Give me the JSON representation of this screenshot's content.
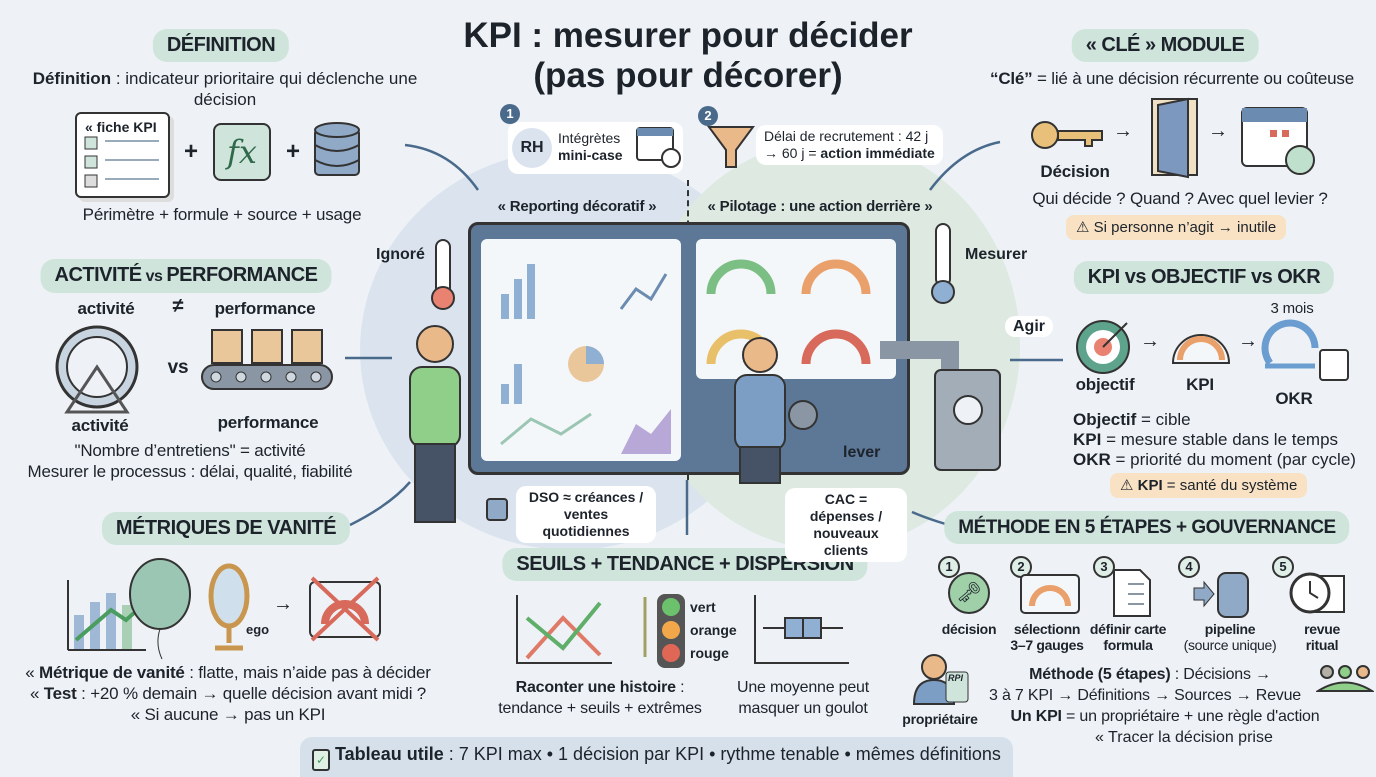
{
  "title": {
    "line1": "KPI : mesurer pour décider",
    "line2": "(pas pour décorer)"
  },
  "colors": {
    "pill": "#cfe5dc",
    "warning": "#f8e2c3",
    "background": "#eef2f6",
    "accent": "#4a6a8c"
  },
  "definition": {
    "heading": "DÉFINITION",
    "text_bold": "Définition",
    "text": " : indicateur prioritaire qui déclenche une décision",
    "card_label": "« fiche KPI",
    "plus": "+",
    "fx": "fx",
    "caption": "Périmètre + formule + source + usage",
    "icons": [
      "checklist-card-icon",
      "formula-icon",
      "database-icon"
    ]
  },
  "activity": {
    "heading_a": "ACTIVITÉ",
    "heading_vs": " vs ",
    "heading_b": "PERFORMANCE",
    "top_left": "activité",
    "neq": "≠",
    "top_right": "performance",
    "vs": "vs",
    "bottom_left": "activité",
    "bottom_right": "performance",
    "line1": "\"Nombre d’entretiens\" = activité",
    "line2": "Mesurer le processus : délai, qualité, fiabilité",
    "icons": [
      "hamster-wheel-icon",
      "conveyor-boxes-icon"
    ]
  },
  "vanity": {
    "heading": "MÉTRIQUES DE VANITÉ",
    "ego": "ego",
    "arrow": "→",
    "lines": [
      {
        "pre": "« ",
        "bold": "Métrique de vanité",
        "rest": " : flatte, mais n’aide pas à décider"
      },
      {
        "pre": "« ",
        "bold": "Test",
        "rest": " : +20 % demain → quelle décision avant midi ?"
      },
      {
        "pre": "« ",
        "bold": "",
        "rest": "Si aucune → pas un KPI"
      }
    ],
    "icons": [
      "bar-chart-icon",
      "balloon-icon",
      "mirror-icon",
      "crossed-gauge-icon"
    ]
  },
  "center": {
    "step1": {
      "num": "1",
      "badge": "RH",
      "line1": "Intégrètes",
      "line2": "mini-case"
    },
    "step2": {
      "num": "2",
      "line1": "Délai de recrutement : 42 j",
      "line2_pre": "→ 60 j = ",
      "line2_bold": "action immédiate"
    },
    "left_label": "« Reporting décoratif »",
    "right_label": "« Pilotage : une action derrière »",
    "ignored": "Ignoré",
    "measure": "Mesurer",
    "act": "Agir",
    "lever": "lever",
    "dso": "DSO ≈ créances / ventes quotidiennes",
    "cac": "CAC = dépenses / nouveaux clients"
  },
  "key": {
    "heading": "« CLÉ » MODULE",
    "def_bold": "“Clé”",
    "def": " = lié à une décision récurrente ou coûteuse",
    "decision": "Décision",
    "questions": "Qui décide ? Quand ? Avec quel levier ?",
    "warning": "Si personne n’agit → inutile",
    "icons": [
      "key-icon",
      "door-icon",
      "calendar-clock-icon",
      "warning-icon"
    ]
  },
  "kpi_okr": {
    "heading": "KPI vs OBJECTIF vs OKR",
    "cycle": "3 mois",
    "labels": [
      "objectif",
      "KPI",
      "OKR"
    ],
    "lines": [
      {
        "bold": "Objectif",
        "rest": " = cible"
      },
      {
        "bold": "KPI",
        "rest": " = mesure stable dans le temps"
      },
      {
        "bold": "OKR",
        "rest": " = priorité du moment (par cycle)"
      }
    ],
    "warning_bold": "KPI",
    "warning_rest": " = santé du système",
    "icons": [
      "target-icon",
      "gauge-icon",
      "cycle-calendar-icon"
    ]
  },
  "thresholds": {
    "heading": "SEUILS + TENDANCE + DISPERSION",
    "lights": [
      "vert",
      "orange",
      "rouge"
    ],
    "caption1_bold": "Raconter une histoire",
    "caption1_rest": " :",
    "caption1_line2": "tendance + seuils + extrêmes",
    "caption2_line1": "Une moyenne peut",
    "caption2_line2": "masquer un goulot",
    "icons": [
      "trend-cross-icon",
      "traffic-light-icon",
      "boxplot-icon"
    ]
  },
  "method": {
    "heading": "MÉTHODE EN 5 ÉTAPES + GOUVERNANCE",
    "steps": [
      {
        "n": "1",
        "l1": "décision",
        "l2": ""
      },
      {
        "n": "2",
        "l1": "sélectionn",
        "l2": "3–7 gauges"
      },
      {
        "n": "3",
        "l1": "définir carte",
        "l2": "formula"
      },
      {
        "n": "4",
        "l1": "pipeline",
        "l2": "(source unique)"
      },
      {
        "n": "5",
        "l1": "revue",
        "l2": "ritual"
      }
    ],
    "owner": "propriétaire",
    "owner_badge": "RPI",
    "line1_bold": "Méthode (5 étapes)",
    "line1_rest": " : Décisions →",
    "line2": "3 à 7 KPI → Définitions → Sources → Revue",
    "line3_bold": "Un KPI",
    "line3_rest": " = un propriétaire + une règle d'action",
    "line4": "« Tracer la décision prise"
  },
  "footer": {
    "bold": "Tableau utile",
    "rest": " : 7 KPI max • 1 décision par KPI • rythme tenable • mêmes définitions",
    "icon": "clipboard-check-icon"
  }
}
